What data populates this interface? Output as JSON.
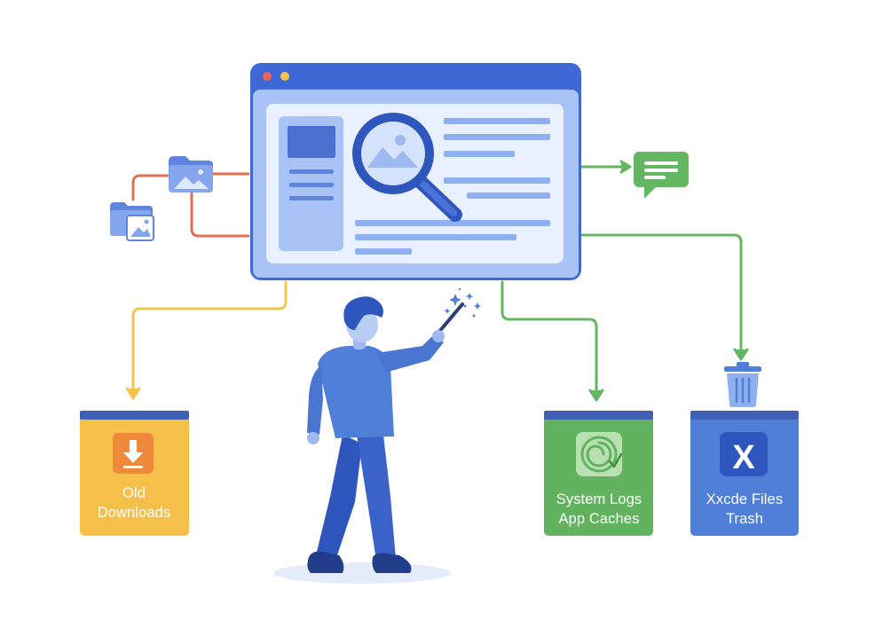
{
  "cards": [
    {
      "id": "downloads",
      "lines": [
        "Old",
        "Downloads"
      ],
      "icon": "download-icon",
      "color": "#f4c04a",
      "bar": "#3f5fb5"
    },
    {
      "id": "system-logs",
      "lines": [
        "System Logs",
        "App Caches"
      ],
      "icon": "spiral-icon",
      "color": "#62b35f",
      "bar": "#3f5fb5"
    },
    {
      "id": "xcode",
      "lines": [
        "Xxcde Files",
        "Trash"
      ],
      "icon": "xcode-icon",
      "icon_letter": "X",
      "color": "#4f7fd6",
      "bar": "#3f5fb5"
    }
  ],
  "colors": {
    "window_frame": "#3e68d6",
    "window_bg": "#a9c3f6",
    "window_inner": "#e9f0ff",
    "orange_line": "#e3704f",
    "yellow_line": "#f2c54e",
    "green_line": "#63b662",
    "blue_dark": "#3f5fb5"
  }
}
